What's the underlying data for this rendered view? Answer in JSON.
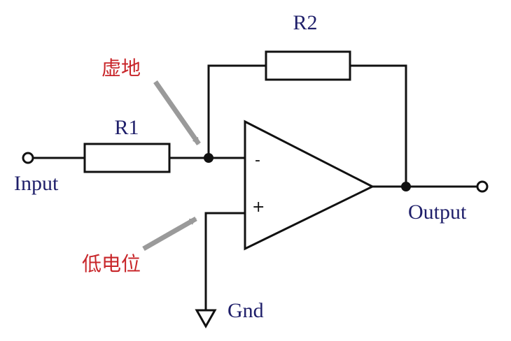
{
  "labels": {
    "r1": "R1",
    "r2": "R2",
    "input": "Input",
    "output": "Output",
    "gnd": "Gnd",
    "minus": "-",
    "plus": "+"
  },
  "annotations": {
    "virtual_ground": "虚地",
    "low_potential": "低电位"
  },
  "colors": {
    "wire": "#111111",
    "label_text": "#1f1f6a",
    "annotation_text": "#c8262a",
    "arrow": "#9a9a9a"
  }
}
